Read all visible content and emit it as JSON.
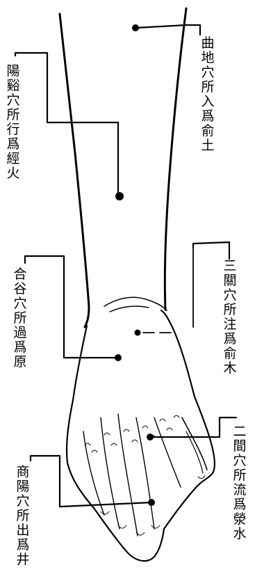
{
  "points": [
    {
      "id": "quchi",
      "label": "曲地穴所入爲俞土"
    },
    {
      "id": "yangxi",
      "label": "陽谿穴所行爲經火"
    },
    {
      "id": "sanjian",
      "label": "三關穴所注爲俞木"
    },
    {
      "id": "hegu",
      "label": "合谷穴所過爲原"
    },
    {
      "id": "erjian",
      "label": "二間穴所流爲滎水"
    },
    {
      "id": "shangyang",
      "label": "商陽穴所出爲井"
    }
  ],
  "colors": {
    "ink": "#000000",
    "paper": "#ffffff"
  }
}
